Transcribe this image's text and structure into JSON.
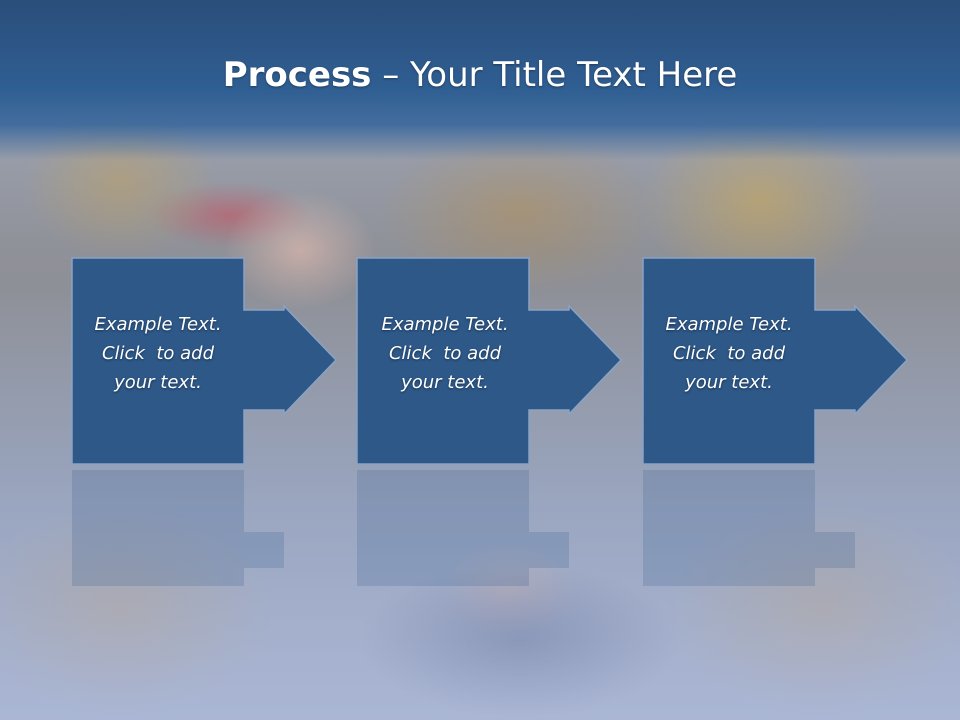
{
  "slide": {
    "title_bold": "Process",
    "title_rest": " – Your Title Text Here"
  },
  "steps": [
    {
      "line1": "Example Text.",
      "line2": "Click  to add",
      "line3": "your text."
    },
    {
      "line1": "Example Text.",
      "line2": "Click  to add",
      "line3": "your text."
    },
    {
      "line1": "Example Text.",
      "line2": "Click  to add",
      "line3": "your text."
    }
  ],
  "colors": {
    "title_band": "#2f5e92",
    "box_fill": "#2d5888",
    "box_border": "#8aa3c4",
    "text": "#ffffff"
  },
  "background": {
    "image": "child-in-autumn-leaves-photo"
  }
}
